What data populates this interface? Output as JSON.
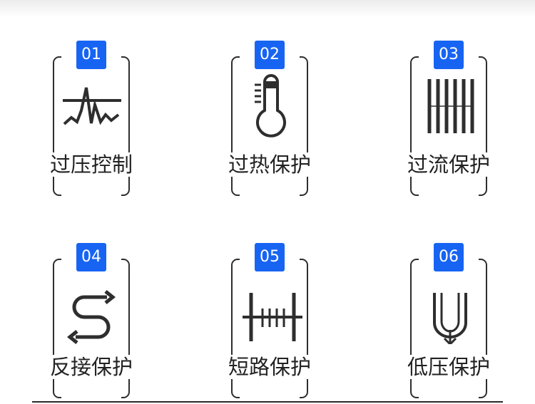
{
  "cards": [
    {
      "number": "01",
      "label": "过压控制",
      "icon": "waveform-icon"
    },
    {
      "number": "02",
      "label": "过热保护",
      "icon": "thermometer-icon"
    },
    {
      "number": "03",
      "label": "过流保护",
      "icon": "vertical-bars-icon"
    },
    {
      "number": "04",
      "label": "反接保护",
      "icon": "reverse-arrows-icon"
    },
    {
      "number": "05",
      "label": "短路保护",
      "icon": "short-circuit-icon"
    },
    {
      "number": "06",
      "label": "低压保护",
      "icon": "low-voltage-icon"
    }
  ],
  "colors": {
    "badge": "#1764f3",
    "stroke": "#2e2e2e",
    "text": "#222222"
  }
}
